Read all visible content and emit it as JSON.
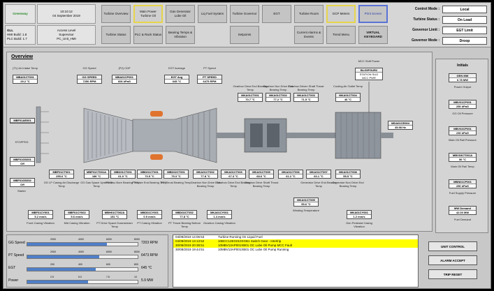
{
  "header": {
    "company": "Greenway",
    "date": "10:10:12",
    "date2": "04 September 2019",
    "unit_name": "GLL",
    "access_level_label": "Access Level",
    "access_level": "Supervisor",
    "hmi_build": "HMI Build: 1.8",
    "plc_build": "PLC Build: 1.7",
    "user": "PC_Unit_HMI"
  },
  "nav_row1": [
    {
      "label": "Turbine Overview"
    },
    {
      "label": "Main Power Turbine Oil"
    },
    {
      "label": "Gas Generator Lube Oil"
    },
    {
      "label": "Liq Fuel System"
    },
    {
      "label": "Turbine Governor"
    },
    {
      "label": "EGT"
    },
    {
      "label": "Turbine Room"
    },
    {
      "label": "GCP Meters"
    },
    {
      "label": "Print Screen"
    }
  ],
  "nav_row2": [
    {
      "label": "Turbine Status"
    },
    {
      "label": "PLC & Rack Status"
    },
    {
      "label": "Bearing Temps & Vibration"
    },
    {
      "label": "Setpoints"
    },
    {
      "label": "Current Alarms & Events"
    },
    {
      "label": "Trend Menu"
    },
    {
      "label": "VIRTUAL KEYBOARD"
    }
  ],
  "modes": [
    {
      "label": "Control Mode :",
      "value": "Local"
    },
    {
      "label": "Turbine Status :",
      "value": "On Load"
    },
    {
      "label": "Governor Limit :",
      "value": "EGT Limit"
    },
    {
      "label": "Governor Mode :",
      "value": "Droop"
    }
  ],
  "overview": {
    "title": "Overview",
    "tags_top": [
      {
        "label": "(T1) Air Intake Temp",
        "name": "MBA01CT001",
        "value": "29.2",
        "unit": "°C"
      },
      {
        "label": "GG Speed",
        "name": "GG SPEED",
        "value": "7250",
        "unit": "RPM"
      },
      {
        "label": "(P2) CDP",
        "name": "MBA01CP001",
        "value": "606",
        "unit": "kPaG"
      },
      {
        "label": "EGT Average",
        "name": "EGT Avg",
        "value": "645",
        "unit": "°C"
      },
      {
        "label": "PT Speed",
        "name": "PT SPEED",
        "value": "6475",
        "unit": "RPM"
      },
      {
        "label": "Gearbox Drive End Bearing Temp",
        "name": "MKA01CT001",
        "value": "70.7",
        "unit": "°C"
      },
      {
        "label": "Gearbox Non Drive End Bearing Temp",
        "name": "MKA01CT002",
        "value": "77.2",
        "unit": "°C"
      },
      {
        "label": "Gearbox Driven Shaft Thrust Bearing Temp",
        "name": "MKA01CT003",
        "value": "71.5",
        "unit": "°C"
      },
      {
        "label": "Cooling Air Outlet Temp",
        "name": "MKA01CT004",
        "value": "46",
        "unit": "°C"
      }
    ],
    "mcc": {
      "label": "MCC Shift Power",
      "name": "BLG0FGUR2",
      "line2": "STATION SUG",
      "line3": "MCC PWR"
    },
    "left_tags": [
      {
        "name": "MBF01AE001",
        "value": ""
      },
      {
        "name": "MBF01GS001",
        "value": "Off"
      },
      {
        "name": "MBF01GS002",
        "value": "Off"
      }
    ],
    "left_labels": [
      "STOPPED",
      "Starter"
    ],
    "gen_tag": {
      "name": "MDA01CE004",
      "value": "45.98",
      "unit": "Hz"
    },
    "mid_tags": [
      {
        "label": "GG LP Casing Air Discharge Temp",
        "name": "MBF01CT001",
        "value": "255.6",
        "unit": "°C"
      },
      {
        "label": "GG Gas Space Upstream Temp",
        "name": "MBF01CT001A",
        "value": "186",
        "unit": "°C"
      },
      {
        "label": "PT Disc Bore Bearing Temp",
        "name": "MBD01CT001",
        "value": "61.0",
        "unit": "°C"
      },
      {
        "label": "PT Drive End Bearing Temp",
        "name": "MBD01CT001",
        "value": "70.5",
        "unit": "°C"
      },
      {
        "label": "PT Thrust Bearing Temp",
        "name": "MBD02CT001",
        "value": "75.3",
        "unit": "°C"
      },
      {
        "label": "Gearbox Non Drive End Bearing Temp",
        "name": "MKA01CT002",
        "value": "77.8",
        "unit": "°C"
      },
      {
        "label": "Gearbox Drive End Bearing Temp",
        "name": "MKA01CT003",
        "value": "67.3",
        "unit": "°C"
      },
      {
        "label": "Gearbox Drive Shaft Thrust Bearing Temp",
        "name": "MKA01CT005",
        "value": "68.6",
        "unit": "°C"
      },
      {
        "label": "",
        "name": "MKA01CT006",
        "value": "61.2",
        "unit": "°C"
      },
      {
        "label": "Generator Drive End Bearing Temp",
        "name": "MKA01CT007",
        "value": "60.1",
        "unit": "°C"
      },
      {
        "label": "Generator Non Drive End Bearing Temp",
        "name": "MKA01CT008",
        "value": "55.5",
        "unit": "°C"
      }
    ],
    "winding": {
      "label": "Winding Temperature",
      "name": "MKA01CT005",
      "value": "55.6",
      "unit": "°C"
    },
    "bottom_tags": [
      {
        "label": "Front Casing Vibration",
        "name": "MBF01CY001",
        "value": "5.2",
        "unit": "mm/s"
      },
      {
        "label": "Mid Casing Vibration",
        "name": "MBF01CY002",
        "value": "5.6",
        "unit": "mm/s"
      },
      {
        "label": "PT Drive Space Downstream Temp",
        "name": "MBH01CT002A",
        "value": "151",
        "unit": "°C"
      },
      {
        "label": "PT Casing Vibration",
        "name": "MBD01CY001",
        "value": "0.9",
        "unit": "mm/s"
      },
      {
        "label": "PT Thrust Bearing Bottom Temp",
        "name": "MBD02CT002",
        "value": "77.8",
        "unit": "°C"
      },
      {
        "label": "Gearbox Casing Vibration",
        "name": "MKA01CY001",
        "value": "1.4",
        "unit": "mm/s"
      },
      {
        "label": "Gen Pedestal Casing Vibration",
        "name": "MKA01CY001",
        "value": "1.2",
        "unit": "mm/s"
      }
    ]
  },
  "side": {
    "title": "Initials",
    "tags": [
      {
        "name": "GEN MW",
        "value": "6.78",
        "unit": "MW",
        "label": "Power Output"
      },
      {
        "name": "MBV01CP001",
        "value": "250",
        "unit": "kPaG",
        "label": "GG Oil Pressure"
      },
      {
        "name": "MBV02CP001",
        "value": "230",
        "unit": "kPaG",
        "label": "Main Oil Rail Pressure"
      },
      {
        "name": "MBV03CT001A",
        "value": "50",
        "unit": "°C",
        "label": "Main Oil Rail Temp"
      },
      {
        "name": "MBN01CP001",
        "value": "250",
        "unit": "kPaG",
        "label": "Fuel Supply Pressure"
      },
      {
        "name": "MW Demand",
        "value": "42.00",
        "unit": "MW",
        "label": "Fuel Demand"
      }
    ]
  },
  "bars": [
    {
      "label": "GG Speed",
      "value": "7203 RPM",
      "fill": 0.72,
      "ticks": [
        "2000",
        "4000",
        "6000",
        "8000"
      ]
    },
    {
      "label": "PT Speed",
      "value": "6473 RPM",
      "fill": 0.65,
      "ticks": [
        "2000",
        "4000",
        "6000",
        "8000"
      ]
    },
    {
      "label": "EGT",
      "value": "645 °C",
      "fill": 0.62,
      "ticks": [
        "200",
        "400",
        "600",
        "800"
      ]
    },
    {
      "label": "Power",
      "value": "5.9 MW",
      "fill": 0.55,
      "ticks": [
        "2.5",
        "5.0",
        "7.5",
        "10"
      ]
    }
  ],
  "alarms": [
    {
      "time": "04/09/2019 14:06:53",
      "text": "Turbine Running On Liquid Fuel",
      "highlight": false
    },
    {
      "time": "04/09/2019 13:13:52",
      "text": "10BCC12EG010XGB1 Switch Gear - Interlrip",
      "highlight": true
    },
    {
      "time": "30/08/2019 20:38:51",
      "text": "10MBV13AP001XB01 OC Lube Oil Pump MCC Fault",
      "highlight": true
    },
    {
      "time": "30/08/2019 19:44:51",
      "text": "10MBV13AP001XB01 OC Lube Oil Pump Running",
      "highlight": false
    }
  ],
  "buttons": {
    "unit_control": "UNIT CONTROL",
    "alarm_accept": "ALARM ACCEPT",
    "trip_reset": "TRIP RESET"
  }
}
